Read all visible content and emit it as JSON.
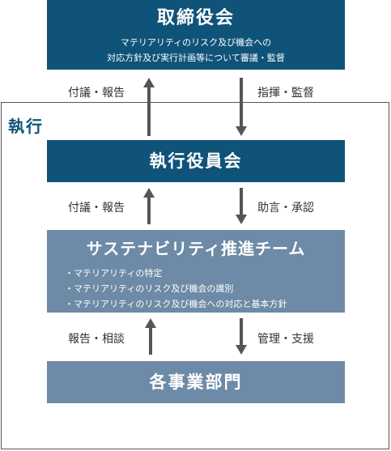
{
  "board": {
    "title": "取締役会",
    "desc_line1": "マテリアリティのリスク及び機会への",
    "desc_line2": "対応方針及び実行計画等について審議・監督"
  },
  "execution": {
    "label": "執行"
  },
  "executive_committee": {
    "title": "執行役員会"
  },
  "sustainability_team": {
    "title": "サステナビリティ推進チーム",
    "items": [
      "マテリアリティの特定",
      "マテリアリティのリスク及び機会の識別",
      "マテリアリティのリスク及び機会への対応と基本方針"
    ]
  },
  "departments": {
    "title": "各事業部門"
  },
  "flows": {
    "up_to_board": "付議・報告",
    "down_from_board": "指揮・監督",
    "up_to_committee": "付議・報告",
    "down_from_committee": "助言・承認",
    "up_to_team": "報告・相談",
    "down_from_team": "管理・支援"
  },
  "colors": {
    "dark_box": "#0f5379",
    "light_box": "#6d8aa6",
    "arrow": "#555555",
    "frame": "#555555"
  }
}
